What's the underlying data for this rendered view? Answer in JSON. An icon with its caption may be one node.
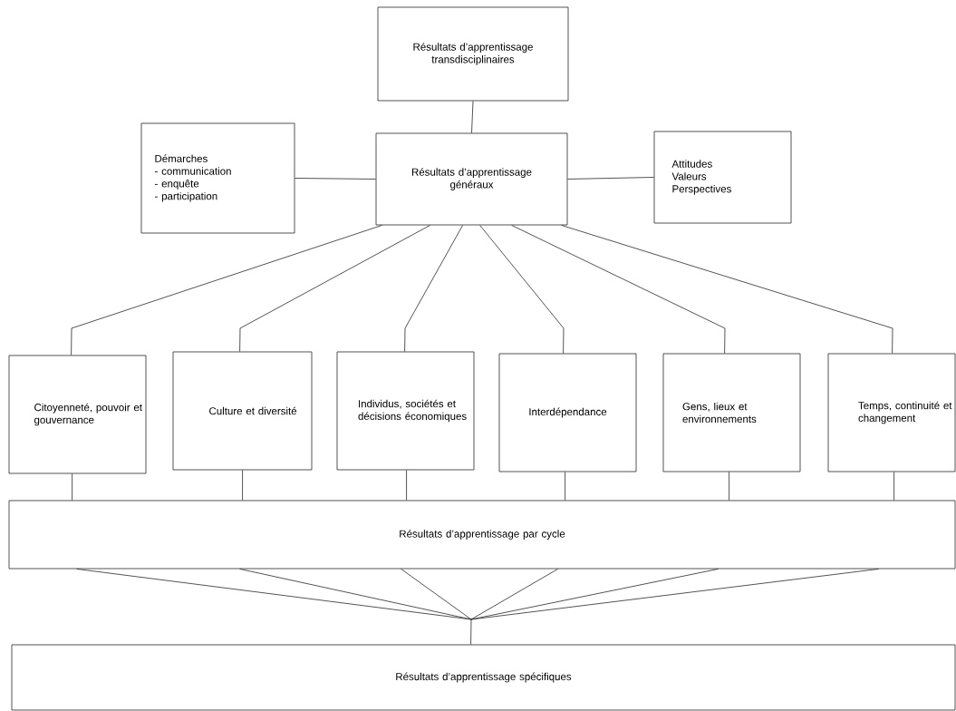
{
  "diagram": {
    "nodes": [
      {
        "text": [
          "Résultats d’apprentissage transdisciplinaires"
        ]
      },
      {
        "text": [
          "Démarches",
          "- communication",
          "- enquête",
          "- participation"
        ]
      },
      {
        "text": [
          "Résultats d’apprentissage généraux"
        ]
      },
      {
        "text": [
          "Attitudes",
          "Valeurs",
          "Perspectives"
        ]
      },
      {
        "text": [
          "Citoyenneté, pouvoir et gouvernance"
        ]
      },
      {
        "text": [
          "Culture et diversité"
        ]
      },
      {
        "text": [
          "Individus, sociétés et décisions économiques"
        ]
      },
      {
        "text": [
          "Interdépendance"
        ]
      },
      {
        "text": [
          "Gens, lieux et environnements"
        ]
      },
      {
        "text": [
          "Temps, continuité et changement"
        ]
      },
      {
        "text": [
          "Résultats d’apprentissage par cycle"
        ]
      },
      {
        "text": [
          "Résultats d’apprentissage spécifiques"
        ]
      }
    ],
    "edges": [
      {
        "from": 0,
        "to": 2,
        "arrow": "none"
      },
      {
        "from": 1,
        "to": 2,
        "arrow": "none"
      },
      {
        "from": 2,
        "to": 3,
        "arrow": "none"
      },
      {
        "from": 2,
        "to": 4,
        "arrow": "none"
      },
      {
        "from": 2,
        "to": 5,
        "arrow": "none"
      },
      {
        "from": 2,
        "to": 6,
        "arrow": "none"
      },
      {
        "from": 2,
        "to": 7,
        "arrow": "none"
      },
      {
        "from": 2,
        "to": 8,
        "arrow": "none"
      },
      {
        "from": 2,
        "to": 9,
        "arrow": "none"
      },
      {
        "from": 4,
        "to": 10,
        "arrow": "none"
      },
      {
        "from": 5,
        "to": 10,
        "arrow": "none"
      },
      {
        "from": 6,
        "to": 10,
        "arrow": "none"
      },
      {
        "from": 7,
        "to": 10,
        "arrow": "none"
      },
      {
        "from": 8,
        "to": 10,
        "arrow": "none"
      },
      {
        "from": 9,
        "to": 10,
        "arrow": "none"
      },
      {
        "from": 10,
        "to": 11,
        "arrow": "none"
      }
    ]
  }
}
